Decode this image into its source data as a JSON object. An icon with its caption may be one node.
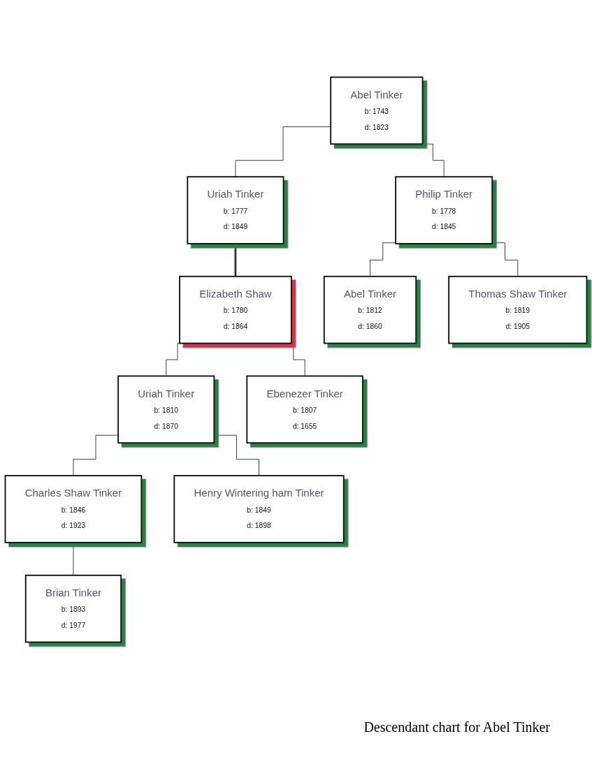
{
  "diagram": {
    "caption": "Descendant chart for Abel Tinker",
    "nodes": [
      {
        "text": [
          "Abel Tinker",
          "b: 1743",
          "d: 1823"
        ]
      },
      {
        "text": [
          "Uriah Tinker",
          "b: 1777",
          "d: 1849"
        ]
      },
      {
        "text": [
          "Elizabeth Shaw",
          "b: 1780",
          "d: 1864"
        ]
      },
      {
        "text": [
          "Philip Tinker",
          "b: 1778",
          "d: 1845"
        ]
      },
      {
        "text": [
          "Uriah Tinker",
          "b: 1810",
          "d: 1870"
        ]
      },
      {
        "text": [
          "Ebenezer Tinker",
          "b: 1807",
          "d: 1655"
        ]
      },
      {
        "text": [
          "Abel Tinker",
          "b: 1812",
          "d: 1860"
        ]
      },
      {
        "text": [
          "Thomas Shaw Tinker",
          "b: 1819",
          "d: 1905"
        ]
      },
      {
        "text": [
          "Charles Shaw Tinker",
          "b: 1846",
          "d: 1923"
        ]
      },
      {
        "text": [
          "Henry Wintering ham Tinker",
          "b: 1849",
          "d: 1898"
        ]
      },
      {
        "text": [
          "Brian Tinker",
          "b: 1893",
          "d: 1977"
        ]
      }
    ],
    "edges": [
      {
        "from": 0,
        "to": 1,
        "arrow": "none"
      },
      {
        "from": 0,
        "to": 3,
        "arrow": "none"
      },
      {
        "from": 1,
        "to": 2,
        "arrow": "none",
        "style": "thick"
      },
      {
        "from": 2,
        "to": 4,
        "arrow": "none"
      },
      {
        "from": 2,
        "to": 5,
        "arrow": "none"
      },
      {
        "from": 3,
        "to": 6,
        "arrow": "none"
      },
      {
        "from": 3,
        "to": 7,
        "arrow": "none"
      },
      {
        "from": 4,
        "to": 8,
        "arrow": "none"
      },
      {
        "from": 4,
        "to": 9,
        "arrow": "none"
      },
      {
        "from": 8,
        "to": 10,
        "arrow": "none"
      }
    ]
  }
}
